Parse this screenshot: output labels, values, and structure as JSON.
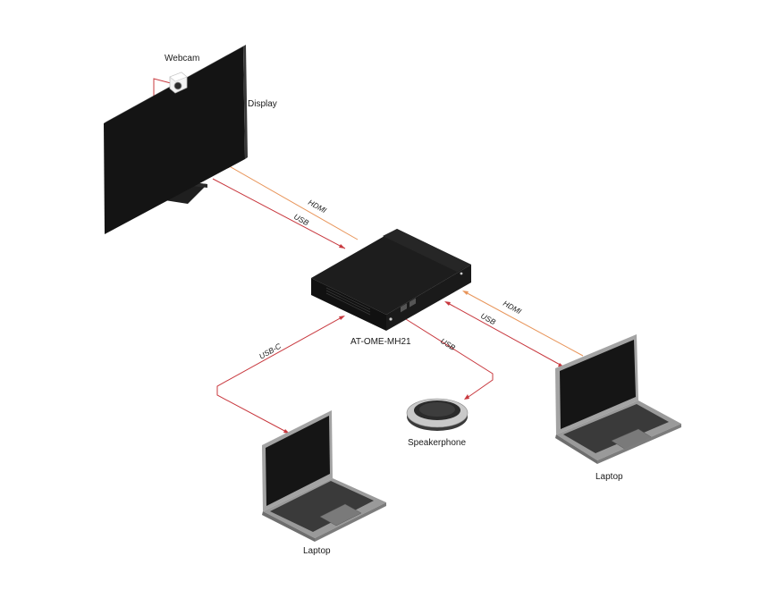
{
  "devices": {
    "webcam": "Webcam",
    "display": "Display",
    "switcher": "AT-OME-MH21",
    "speakerphone": "Speakerphone",
    "laptop_right": "Laptop",
    "laptop_bottom": "Laptop"
  },
  "connections": {
    "display_hdmi": "HDMI",
    "display_usb": "USB",
    "right_hdmi": "HDMI",
    "right_usb": "USB",
    "speaker_usb": "USB",
    "bottom_usbc": "USB-C"
  },
  "colors": {
    "hdmi": "#e8955a",
    "usb": "#c8383e",
    "device_dark": "#151515",
    "laptop_body": "#8c8c8c"
  }
}
